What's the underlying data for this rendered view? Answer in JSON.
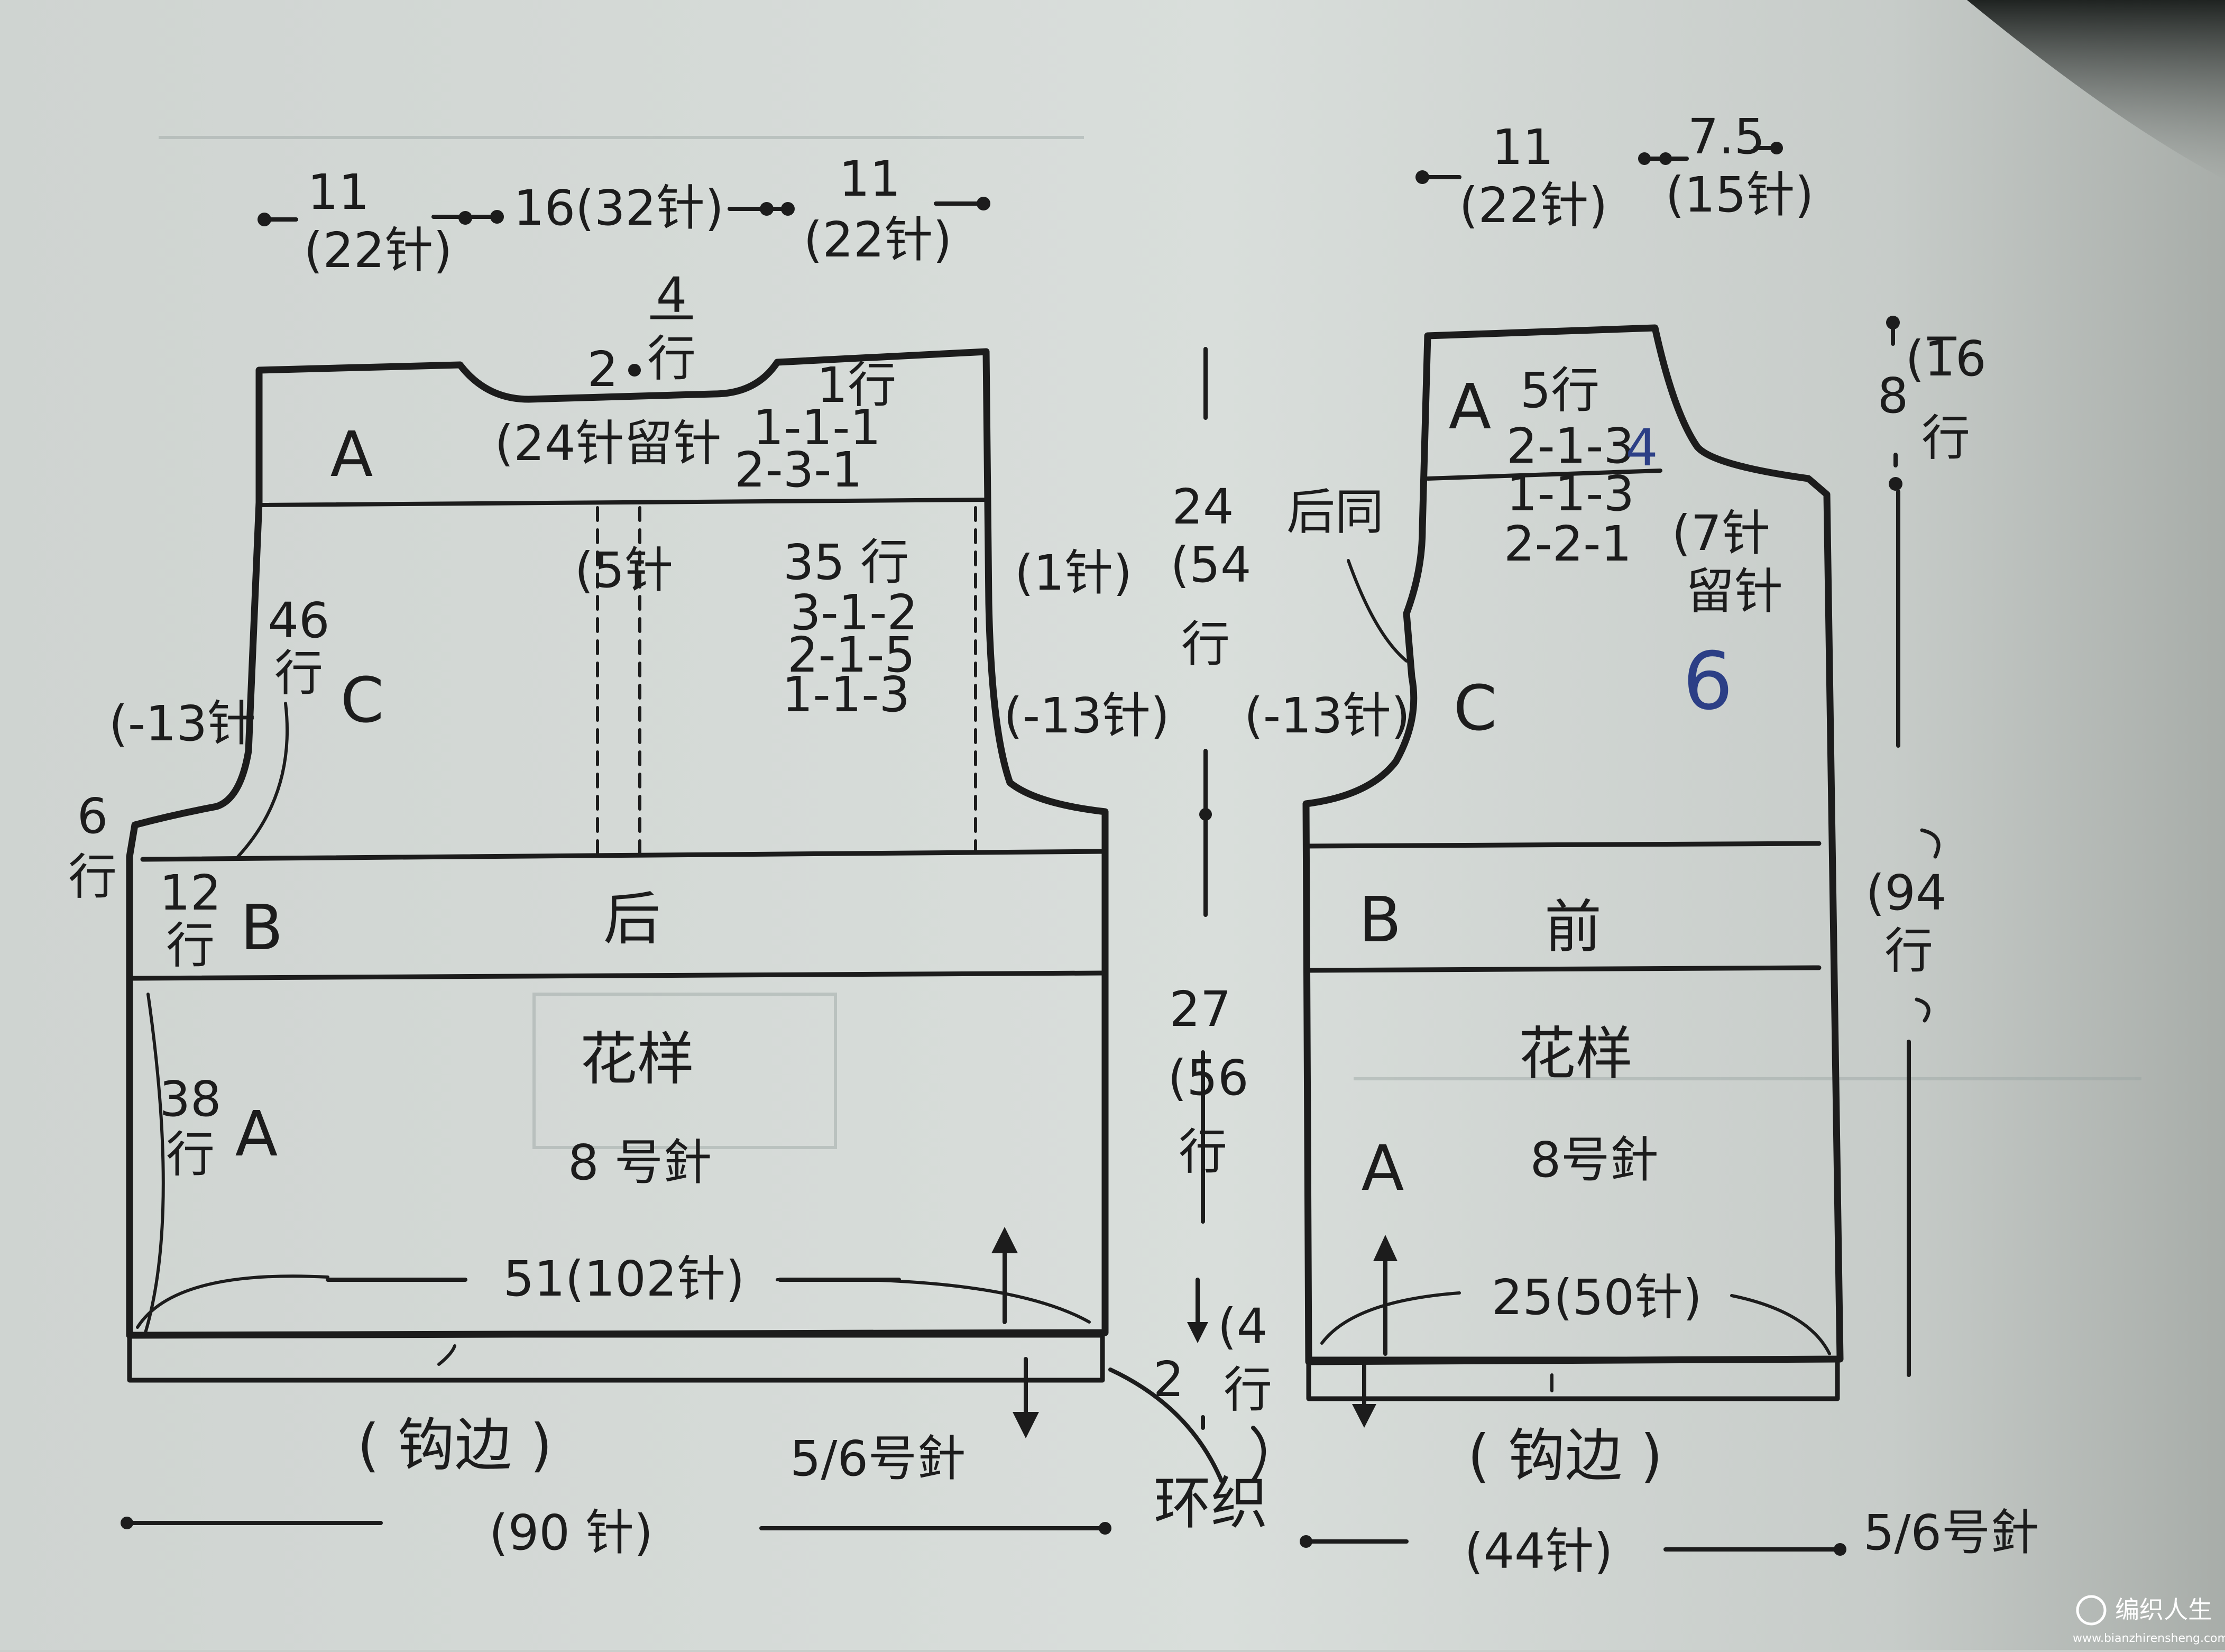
{
  "colors": {
    "paper": "#d6dbd8",
    "ink": "#1c1c1c",
    "pen": "#2c3f86",
    "shadow": "#2b2f2d"
  },
  "back": {
    "top_left_width": "11",
    "top_left_sts": "(22针)",
    "top_mid_width": "16(32针)",
    "top_right_width": "11",
    "top_right_sts": "(22针)",
    "neck_depth_top": "4",
    "neck_depth_bottom": "2",
    "neck_rows": "行",
    "section_a_top": "A",
    "neck_bind_off": "(24针留针",
    "neck_shaping": [
      "1行",
      "1-1-1",
      "2-3-1"
    ],
    "section_c": "C",
    "armhole_rows_value": "46",
    "armhole_rows_unit": "行",
    "center_dec": "(5针",
    "armhole_shaping": [
      "35 行",
      "3-1-2",
      "2-1-5",
      "1-1-3"
    ],
    "right_edge_st": "(1针)",
    "left_dec": "(-13针",
    "right_dec": "(-13针)",
    "side_rows_value": "6",
    "side_rows_unit": "行",
    "section_b_rows_value": "12",
    "section_b_rows_unit": "行",
    "section_b": "B",
    "piece_name": "后",
    "pattern": "花样",
    "needle": "8 号針",
    "section_a_bottom": "A",
    "lower_rows_value": "38",
    "lower_rows_unit": "行",
    "width": "51(102针)",
    "edging": "( 钩边 )",
    "edging_needle": "5/6号針",
    "edging_sts": "(90 针)"
  },
  "middle": {
    "upper_cm": "24",
    "upper_rows": [
      "(54",
      "行"
    ],
    "lower_cm": "27",
    "lower_rows": [
      "(56",
      "行"
    ],
    "edge_rows": [
      "2",
      "(4",
      "行"
    ],
    "round": "环织"
  },
  "front": {
    "shoulder_width": "11",
    "shoulder_sts": "(22针)",
    "neck_width": "7.5",
    "neck_sts": "(15针)",
    "section_a": "A",
    "shoulder_shaping": [
      "5行",
      "2-1-3",
      "1-1-3",
      "2-2-1"
    ],
    "pen_mark": "4",
    "same_as_back": "后同",
    "neck_bind_off": [
      "(7针",
      "留针"
    ],
    "pen_six": "6",
    "section_c": "C",
    "left_dec": "(-13针)",
    "section_b": "B",
    "piece_name": "前",
    "pattern": "花样",
    "section_a_bottom": "A",
    "needle": "8号針",
    "width": "25(50针)",
    "edging": "( 钩边 )",
    "edging_sts": "(44针)",
    "edging_needle": "5/6号針"
  },
  "right_dims": {
    "top_cm": "8",
    "top_rows": [
      "(16",
      "行"
    ],
    "total_rows": [
      "(94",
      "行"
    ]
  },
  "watermark": {
    "name": "编织人生",
    "url": "www.bianzhirensheng.com"
  }
}
